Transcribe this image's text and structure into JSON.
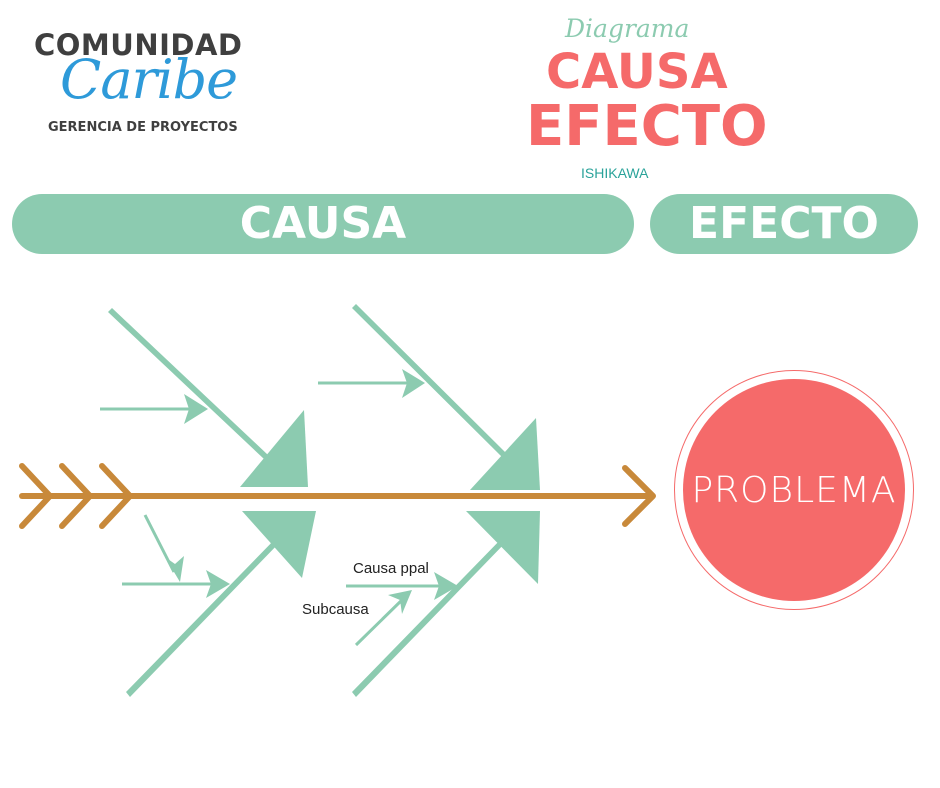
{
  "logo": {
    "top": "COMUNIDAD",
    "script": "Caribe",
    "bottom": "GERENCIA DE PROYECTOS"
  },
  "title": {
    "script": "Diagrama",
    "line1": "CAUSA",
    "line2": "EFECTO",
    "subtitle": "ISHIKAWA"
  },
  "header": {
    "causa": "CAUSA",
    "efecto": "EFECTO"
  },
  "diagram": {
    "labels": {
      "main_cause": "Causa ppal",
      "sub_cause": "Subcausa"
    },
    "problem": "PROBLEMA"
  },
  "colors": {
    "green": "#8ccbb0",
    "coral": "#f56a6a",
    "spine": "#c8893a",
    "logo_blue": "#2e9ad9",
    "teal_text": "#2aa39a"
  }
}
